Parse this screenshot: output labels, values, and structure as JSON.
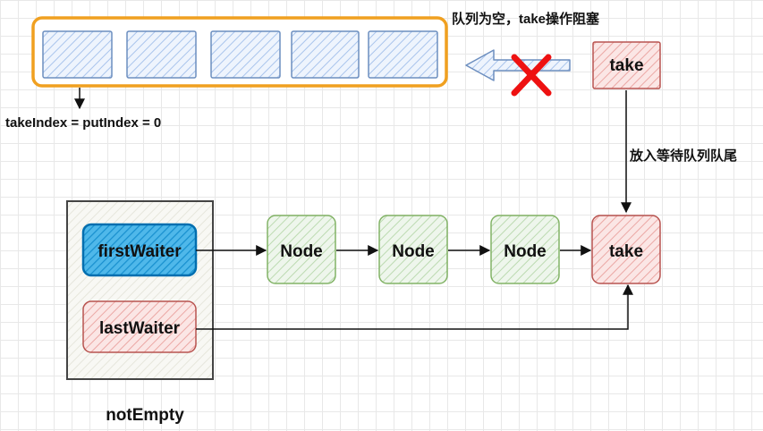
{
  "queue": {
    "status_text": "队列为空，take操作阻塞",
    "index_text": "takeIndex = putIndex = 0",
    "slot_count": 5
  },
  "take_request": {
    "label": "take",
    "arrow_label": "放入等待队列队尾"
  },
  "condition": {
    "name": "notEmpty",
    "first_waiter_label": "firstWaiter",
    "last_waiter_label": "lastWaiter"
  },
  "wait_queue": {
    "nodes": [
      "Node",
      "Node",
      "Node"
    ],
    "tail_label": "take"
  },
  "colors": {
    "queue_border": "#f0a020",
    "slot_fill": "#dae8fc",
    "slot_stroke": "#6c8ebf",
    "take_fill": "#f8cecc",
    "take_stroke": "#b85450",
    "node_fill": "#d5e8d4",
    "node_stroke": "#82b366",
    "first_waiter_fill": "#1ba1e2",
    "first_waiter_stroke": "#006eaf",
    "blocked_x": "#ee1111"
  }
}
